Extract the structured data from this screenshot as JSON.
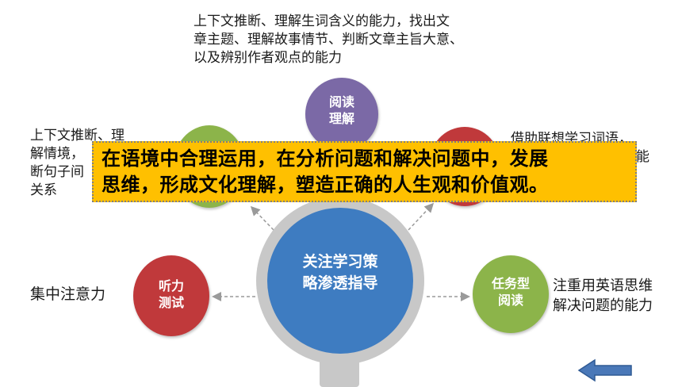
{
  "center": {
    "line1": "关注学习策",
    "line2": "略渗透指导",
    "color": "#3e7cc1",
    "ring_color": "#c8c8c8"
  },
  "nodes": {
    "reading": {
      "line1": "阅读",
      "line2": "理解",
      "color": "#7b69a6"
    },
    "listening": {
      "line1": "听力",
      "line2": "测试",
      "color": "#c0393b"
    },
    "task": {
      "line1": "任务型",
      "line2": "阅读",
      "color": "#8cb44a"
    },
    "left_top": {
      "color": "#8cb44a"
    },
    "right_top": {
      "color": "#c0393b"
    }
  },
  "texts": {
    "top": [
      "上下文推断、理解生词含义的能力，找出文",
      "章主题、理解故事情节、判断文章主旨大意、",
      "以及辨别作者观点的能力"
    ],
    "left": [
      "上下文推断、理",
      "解情境，",
      "断句子间",
      "关系"
    ],
    "right": [
      "借助联想学习词语，",
      "能"
    ],
    "listening_desc": "集中注意力",
    "task_desc": [
      "注重用英语思维",
      "解决问题的能力"
    ]
  },
  "banner": {
    "line1": "在语境中合理运用，在分析问题和解决问题中，发展",
    "line2": "思维，形成文化理解，塑造正确的人生观和价值观。",
    "color": "#ffc000"
  },
  "nav": {
    "back_icon": "left-arrow-icon",
    "color": "#4a78b8"
  }
}
